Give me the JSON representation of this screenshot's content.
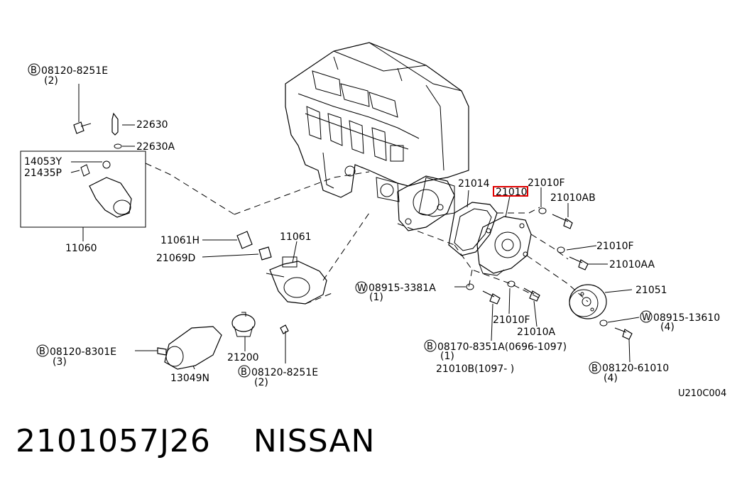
{
  "labels": {
    "b08120_8251e_top": "08120-8251E",
    "b08120_8251e_top_qty": "(2)",
    "p22630": "22630",
    "p22630a": "22630A",
    "p14053y": "14053Y",
    "p21435p": "21435P",
    "p11060": "11060",
    "p11061h": "11061H",
    "p11061": "11061",
    "p21069d": "21069D",
    "p21014": "21014",
    "p21010": "21010",
    "p21010f_top": "21010F",
    "p21010ab": "21010AB",
    "p21010f_mid": "21010F",
    "p21010aa": "21010AA",
    "p21051": "21051",
    "w08915_3381a": "08915-3381A",
    "w08915_3381a_qty": "(1)",
    "w08915_13610": "08915-13610",
    "w08915_13610_qty": "(4)",
    "p21010f_low": "21010F",
    "p21010a": "21010A",
    "b08170_8351a": "08170-8351A(0696-1097)",
    "b08170_8351a_qty": "(1)",
    "p21010b": "21010B(1097-    )",
    "b08120_61010": "08120-61010",
    "b08120_61010_qty": "(4)",
    "b08120_8301e": "08120-8301E",
    "b08120_8301e_qty": "(3)",
    "p13049n": "13049N",
    "p21200": "21200",
    "b08120_8251e_bot": "08120-8251E",
    "b08120_8251e_bot_qty": "(2)",
    "ref_code": "U210C004",
    "prefix_b": "B",
    "prefix_w": "W"
  },
  "highlight_color": "#e00000",
  "footer": {
    "part_number": "2101057J26",
    "brand": "NISSAN"
  }
}
